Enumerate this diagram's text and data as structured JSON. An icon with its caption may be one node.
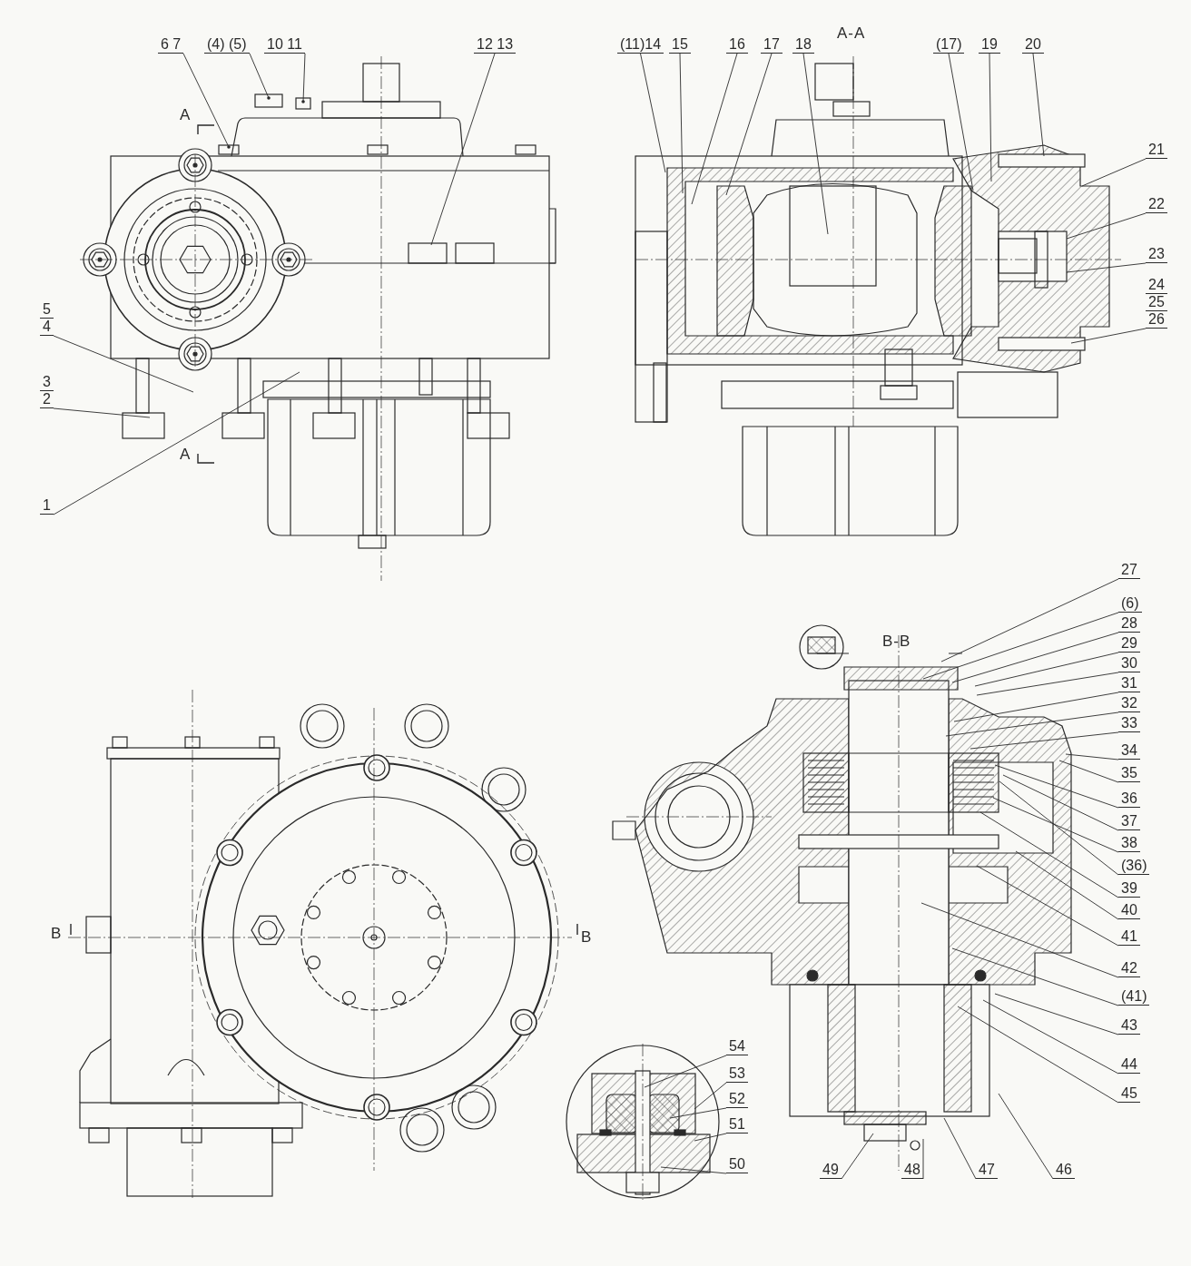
{
  "diagram": {
    "nodes": [
      {
        "text": [
          "6 7"
        ]
      },
      {
        "text": [
          "(4) (5)"
        ]
      },
      {
        "text": [
          "10 11"
        ]
      },
      {
        "text": [
          "12 13"
        ]
      },
      {
        "text": [
          "5",
          "4"
        ]
      },
      {
        "text": [
          "3",
          "2"
        ]
      },
      {
        "text": [
          "1"
        ]
      },
      {
        "text": [
          "(11)14"
        ]
      },
      {
        "text": [
          "15"
        ]
      },
      {
        "text": [
          "16"
        ]
      },
      {
        "text": [
          "17"
        ]
      },
      {
        "text": [
          "18"
        ]
      },
      {
        "text": [
          "(17)"
        ]
      },
      {
        "text": [
          "19"
        ]
      },
      {
        "text": [
          "20"
        ]
      },
      {
        "text": [
          "21"
        ]
      },
      {
        "text": [
          "22"
        ]
      },
      {
        "text": [
          "23"
        ]
      },
      {
        "text": [
          "24",
          "25",
          "26"
        ]
      },
      {
        "text": [
          "27"
        ]
      },
      {
        "text": [
          "(6)"
        ]
      },
      {
        "text": [
          "28"
        ]
      },
      {
        "text": [
          "29"
        ]
      },
      {
        "text": [
          "30"
        ]
      },
      {
        "text": [
          "31"
        ]
      },
      {
        "text": [
          "32"
        ]
      },
      {
        "text": [
          "33"
        ]
      },
      {
        "text": [
          "34"
        ]
      },
      {
        "text": [
          "35"
        ]
      },
      {
        "text": [
          "36"
        ]
      },
      {
        "text": [
          "37"
        ]
      },
      {
        "text": [
          "38"
        ]
      },
      {
        "text": [
          "(36)"
        ]
      },
      {
        "text": [
          "39"
        ]
      },
      {
        "text": [
          "40"
        ]
      },
      {
        "text": [
          "41"
        ]
      },
      {
        "text": [
          "42"
        ]
      },
      {
        "text": [
          "(41)"
        ]
      },
      {
        "text": [
          "43"
        ]
      },
      {
        "text": [
          "44"
        ]
      },
      {
        "text": [
          "45"
        ]
      },
      {
        "text": [
          "46"
        ]
      },
      {
        "text": [
          "47"
        ]
      },
      {
        "text": [
          "48"
        ]
      },
      {
        "text": [
          "49"
        ]
      },
      {
        "text": [
          "54"
        ]
      },
      {
        "text": [
          "53"
        ]
      },
      {
        "text": [
          "52"
        ]
      },
      {
        "text": [
          "51"
        ]
      },
      {
        "text": [
          "50"
        ]
      }
    ],
    "edges": [
      {
        "from": 0,
        "to": null,
        "arrow": "other"
      },
      {
        "from": 1,
        "to": null,
        "arrow": "other"
      },
      {
        "from": 2,
        "to": null,
        "arrow": "other"
      },
      {
        "from": 3,
        "to": null,
        "arrow": "none"
      },
      {
        "from": 4,
        "to": null,
        "arrow": "none"
      },
      {
        "from": 5,
        "to": null,
        "arrow": "none"
      },
      {
        "from": 6,
        "to": null,
        "arrow": "none"
      },
      {
        "from": 7,
        "to": null,
        "arrow": "none"
      },
      {
        "from": 8,
        "to": null,
        "arrow": "none"
      },
      {
        "from": 9,
        "to": null,
        "arrow": "none"
      },
      {
        "from": 10,
        "to": null,
        "arrow": "none"
      },
      {
        "from": 11,
        "to": null,
        "arrow": "none"
      },
      {
        "from": 12,
        "to": null,
        "arrow": "none"
      },
      {
        "from": 13,
        "to": null,
        "arrow": "none"
      },
      {
        "from": 14,
        "to": null,
        "arrow": "none"
      },
      {
        "from": 15,
        "to": null,
        "arrow": "none"
      },
      {
        "from": 16,
        "to": null,
        "arrow": "none"
      },
      {
        "from": 17,
        "to": null,
        "arrow": "none"
      },
      {
        "from": 18,
        "to": null,
        "arrow": "none"
      },
      {
        "from": 19,
        "to": null,
        "arrow": "none"
      },
      {
        "from": 20,
        "to": null,
        "arrow": "none"
      },
      {
        "from": 21,
        "to": null,
        "arrow": "none"
      },
      {
        "from": 22,
        "to": null,
        "arrow": "none"
      },
      {
        "from": 23,
        "to": null,
        "arrow": "none"
      },
      {
        "from": 24,
        "to": null,
        "arrow": "none"
      },
      {
        "from": 25,
        "to": null,
        "arrow": "none"
      },
      {
        "from": 26,
        "to": null,
        "arrow": "none"
      },
      {
        "from": 27,
        "to": null,
        "arrow": "none"
      },
      {
        "from": 28,
        "to": null,
        "arrow": "none"
      },
      {
        "from": 29,
        "to": null,
        "arrow": "none"
      },
      {
        "from": 30,
        "to": null,
        "arrow": "none"
      },
      {
        "from": 31,
        "to": null,
        "arrow": "none"
      },
      {
        "from": 32,
        "to": null,
        "arrow": "none"
      },
      {
        "from": 33,
        "to": null,
        "arrow": "none"
      },
      {
        "from": 34,
        "to": null,
        "arrow": "none"
      },
      {
        "from": 35,
        "to": null,
        "arrow": "none"
      },
      {
        "from": 36,
        "to": null,
        "arrow": "none"
      },
      {
        "from": 37,
        "to": null,
        "arrow": "none"
      },
      {
        "from": 38,
        "to": null,
        "arrow": "none"
      },
      {
        "from": 39,
        "to": null,
        "arrow": "none"
      },
      {
        "from": 40,
        "to": null,
        "arrow": "none"
      },
      {
        "from": 41,
        "to": null,
        "arrow": "none"
      },
      {
        "from": 42,
        "to": null,
        "arrow": "none"
      },
      {
        "from": 43,
        "to": null,
        "arrow": "none"
      },
      {
        "from": 44,
        "to": null,
        "arrow": "none"
      },
      {
        "from": 45,
        "to": null,
        "arrow": "none"
      },
      {
        "from": 46,
        "to": null,
        "arrow": "none"
      },
      {
        "from": 47,
        "to": null,
        "arrow": "none"
      },
      {
        "from": 48,
        "to": null,
        "arrow": "none"
      },
      {
        "from": 49,
        "to": null,
        "arrow": "none"
      }
    ],
    "labels": [
      "А",
      "А",
      "А-А",
      "В-В",
      "В",
      "В"
    ]
  }
}
